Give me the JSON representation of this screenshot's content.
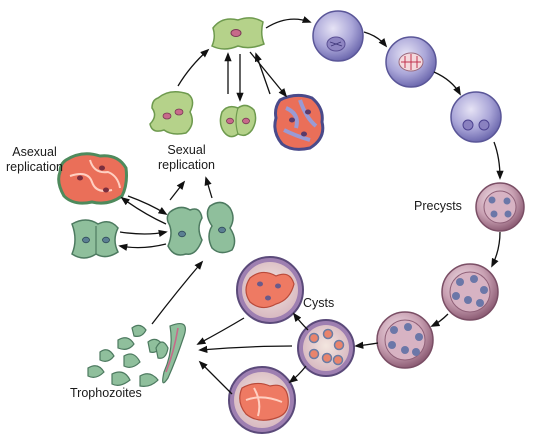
{
  "labels": {
    "asexual_line1": "Asexual",
    "asexual_line2": "replication",
    "sexual_line1": "Sexual",
    "sexual_line2": "replication",
    "precysts": "Precysts",
    "cysts": "Cysts",
    "trophozoites": "Trophozoites"
  },
  "colors": {
    "green_cell": "#a9c97a",
    "green_cell_dark": "#5d8a48",
    "teal_cell": "#8fb59a",
    "teal_cell_dark": "#4d7a60",
    "red_cell": "#ee7a63",
    "purple_sphere": "#8a86c4",
    "purple_sphere_light": "#cfcbe8",
    "pink_sphere": "#b8849c",
    "pink_sphere_light": "#e6cdd8",
    "arrow": "#111111"
  }
}
